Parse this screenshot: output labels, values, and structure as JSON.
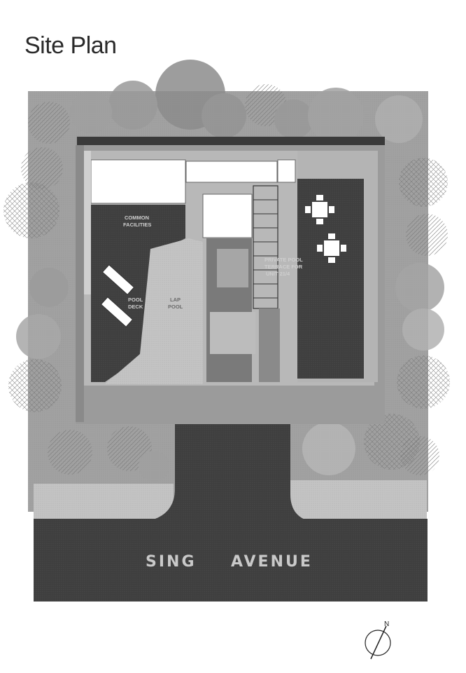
{
  "page": {
    "title": "Site Plan"
  },
  "labels": {
    "common_facilities_1": "COMMON",
    "common_facilities_2": "FACILITIES",
    "pool_deck_1": "POOL",
    "pool_deck_2": "DECK",
    "pool_1": "LAP",
    "pool_2": "POOL",
    "private_terrace_1": "PRIVATE POOL",
    "private_terrace_2": "TERRACE FOR",
    "private_terrace_3": "UNIT 21/4",
    "road_1": "SING",
    "road_2": "AVENUE",
    "north": "N"
  },
  "colors": {
    "site_grey": "#9a9a9a",
    "dark_grey": "#4a4a4a",
    "road": "#555555",
    "tree": "#8e8e8e",
    "white": "#ffffff"
  },
  "icons": {
    "north_arrow": "north-arrow-icon",
    "tree": "tree-canopy-icon",
    "lounger": "sun-lounger-icon",
    "table_set": "table-chairs-icon"
  }
}
